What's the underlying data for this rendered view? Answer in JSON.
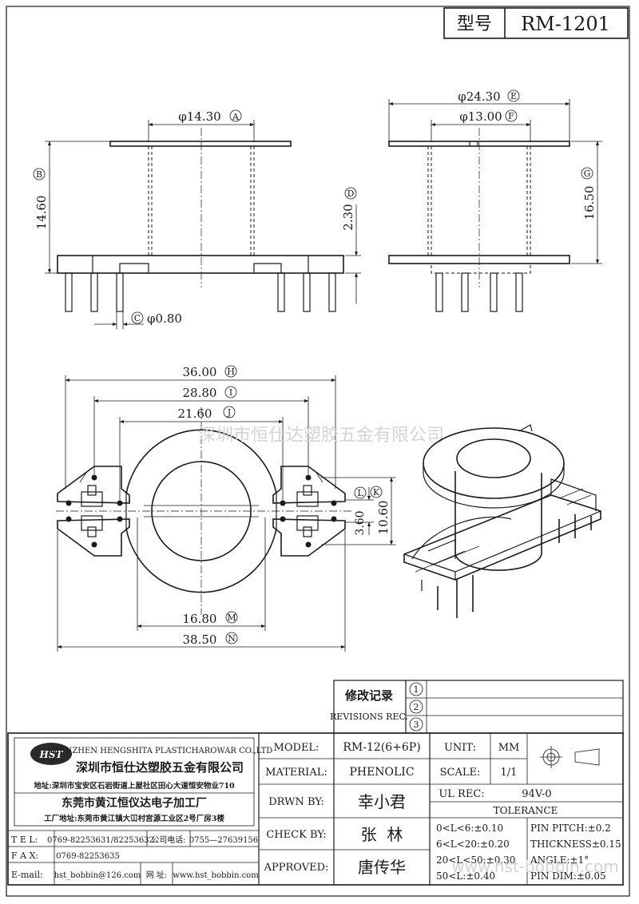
{
  "title_block": {
    "type_label": "型号",
    "model_no": "RM-1201"
  },
  "dimensions": {
    "A": "φ14.30",
    "B": "14.60",
    "C": "φ0.80",
    "D": "2.30",
    "E": "φ24.30",
    "F": "φ13.00",
    "G": "16.50",
    "H": "36.00",
    "I": "28.80",
    "J": "21.60",
    "K": "10.60",
    "L": "3.60",
    "M": "16.80",
    "N": "38.50"
  },
  "markers": {
    "A": "A",
    "B": "B",
    "C": "C",
    "D": "D",
    "E": "E",
    "F": "F",
    "G": "G",
    "H": "H",
    "I": "I",
    "J": "J",
    "K": "K",
    "L": "L",
    "M": "M",
    "N": "N"
  },
  "watermark": "深圳市恒仕达塑胶五金有限公司",
  "revisions": {
    "label_cn": "修改记录",
    "label_en": "REVISIONS REC.",
    "rows": [
      "1",
      "2",
      "3"
    ]
  },
  "company": {
    "logo": "HST",
    "name_en": "SHENZHEN HENGSHITA PLASTICHAROWAR CO.,LTD",
    "name_cn": "深圳市恒仕达塑胶五金有限公司",
    "address": "地址:深圳市宝安区石岩街道上屋社区田心大道恒安物业710",
    "factory_name": "东莞市黄江恒仪达电子加工厂",
    "factory_address": "工厂地址:东莞市黄江镇大冚村宫源工业区2号厂房3楼",
    "tel_label": "T E L:",
    "tel": "0769-82253631/82253632",
    "company_tel_label": "公司电话:",
    "company_tel": "0755—27639156",
    "fax_label": "F A X:",
    "fax": "0769-82253635",
    "email_label": "E-mail:",
    "email": "hst_bobbin@126.com",
    "web_label": "网 址:",
    "web": "www.hst_bobbin.com"
  },
  "spec": {
    "model_label": "MODEL:",
    "model": "RM-12(6+6P)",
    "material_label": "MATERIAL:",
    "material": "PHENOLIC",
    "drawn_label": "DRWN BY:",
    "drawn": "幸小君",
    "check_label": "CHECK BY:",
    "check": "张  林",
    "approved_label": "APPROVED:",
    "approved": "唐传华",
    "unit_label": "UNIT:",
    "unit": "MM",
    "scale_label": "SCALE:",
    "scale": "1/1",
    "ul_label": "UL REC:",
    "ul": "94V-0",
    "tolerance_label": "TOLERANCE",
    "tolerances": [
      "0<L<6:±0.10",
      "6<L<20:±0.20",
      "20<L<50:±0.30",
      "50<L:±0.40"
    ],
    "pin_pitch": "PIN PITCH:±0.2",
    "thickness": "THICKNESS±0.15",
    "angle": "ANGLE:±1°",
    "pin_dim": "PIN DIM:±0.05"
  },
  "bottom_watermark": "www.hst-bobbin.com"
}
